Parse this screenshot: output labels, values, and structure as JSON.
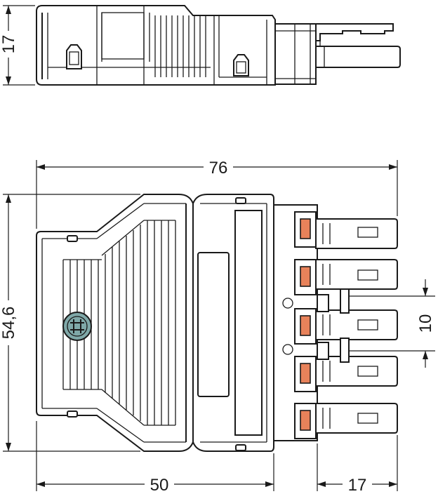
{
  "dimensions": {
    "top_view_height": "17",
    "overall_length": "76",
    "overall_height": "54,6",
    "pin_pitch": "10",
    "body_length": "50",
    "pin_length": "17"
  },
  "colors": {
    "line": "#1a1a1a",
    "contact_marker": "#e8825a",
    "strain_relief": "#7fa8a8"
  }
}
